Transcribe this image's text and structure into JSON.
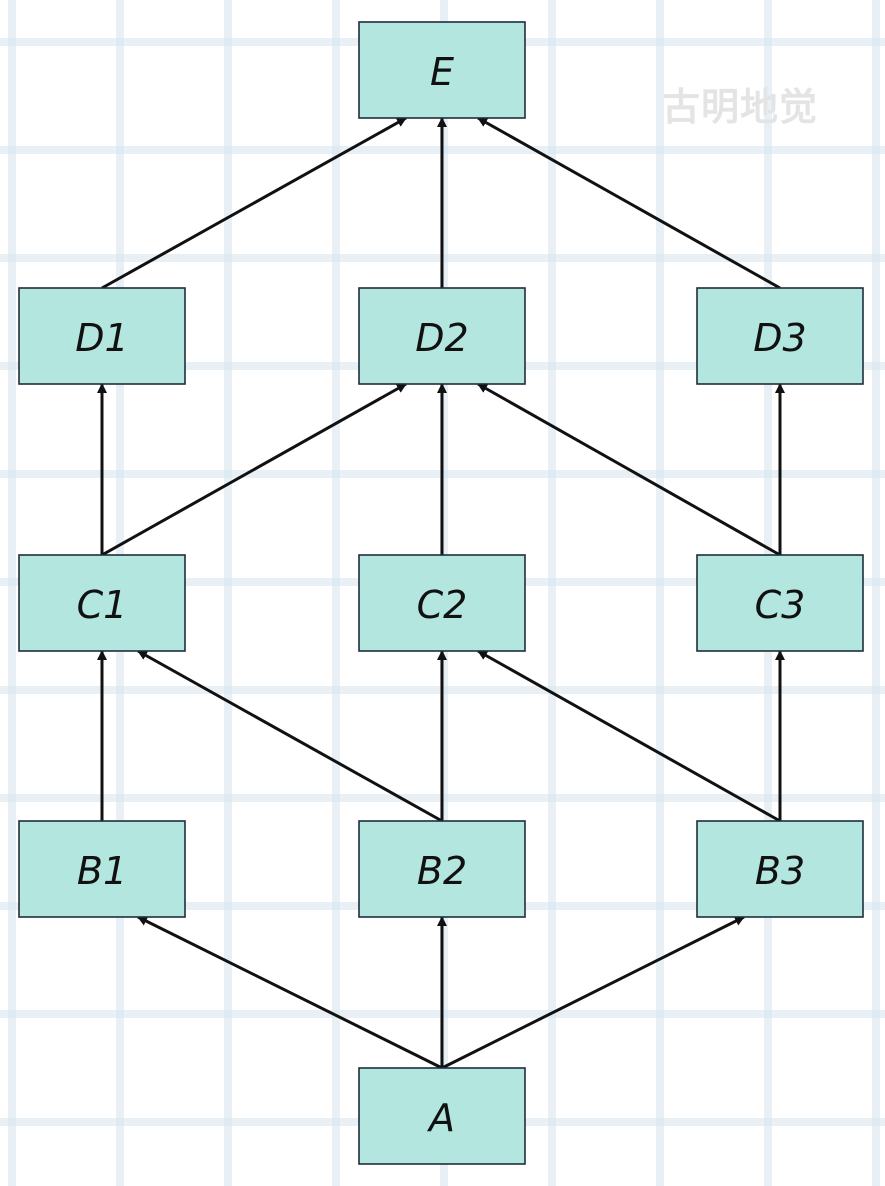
{
  "watermark": "古明地觉",
  "nodes": [
    {
      "id": "E",
      "label": "E"
    },
    {
      "id": "D1",
      "label": "D1"
    },
    {
      "id": "D2",
      "label": "D2"
    },
    {
      "id": "D3",
      "label": "D3"
    },
    {
      "id": "C1",
      "label": "C1"
    },
    {
      "id": "C2",
      "label": "C2"
    },
    {
      "id": "C3",
      "label": "C3"
    },
    {
      "id": "B1",
      "label": "B1"
    },
    {
      "id": "B2",
      "label": "B2"
    },
    {
      "id": "B3",
      "label": "B3"
    },
    {
      "id": "A",
      "label": "A"
    }
  ],
  "edges": [
    {
      "from": "A",
      "to": "B1"
    },
    {
      "from": "A",
      "to": "B2"
    },
    {
      "from": "A",
      "to": "B3"
    },
    {
      "from": "B1",
      "to": "C1"
    },
    {
      "from": "B2",
      "to": "C1"
    },
    {
      "from": "B2",
      "to": "C2"
    },
    {
      "from": "B3",
      "to": "C2"
    },
    {
      "from": "B3",
      "to": "C3"
    },
    {
      "from": "C1",
      "to": "D1"
    },
    {
      "from": "C1",
      "to": "D2"
    },
    {
      "from": "C2",
      "to": "D2"
    },
    {
      "from": "C3",
      "to": "D2"
    },
    {
      "from": "C3",
      "to": "D3"
    },
    {
      "from": "D1",
      "to": "E"
    },
    {
      "from": "D2",
      "to": "E"
    },
    {
      "from": "D3",
      "to": "E"
    }
  ],
  "colors": {
    "node_fill": "#b3e6df",
    "node_border": "#1f2d3d",
    "edge": "#111111"
  }
}
